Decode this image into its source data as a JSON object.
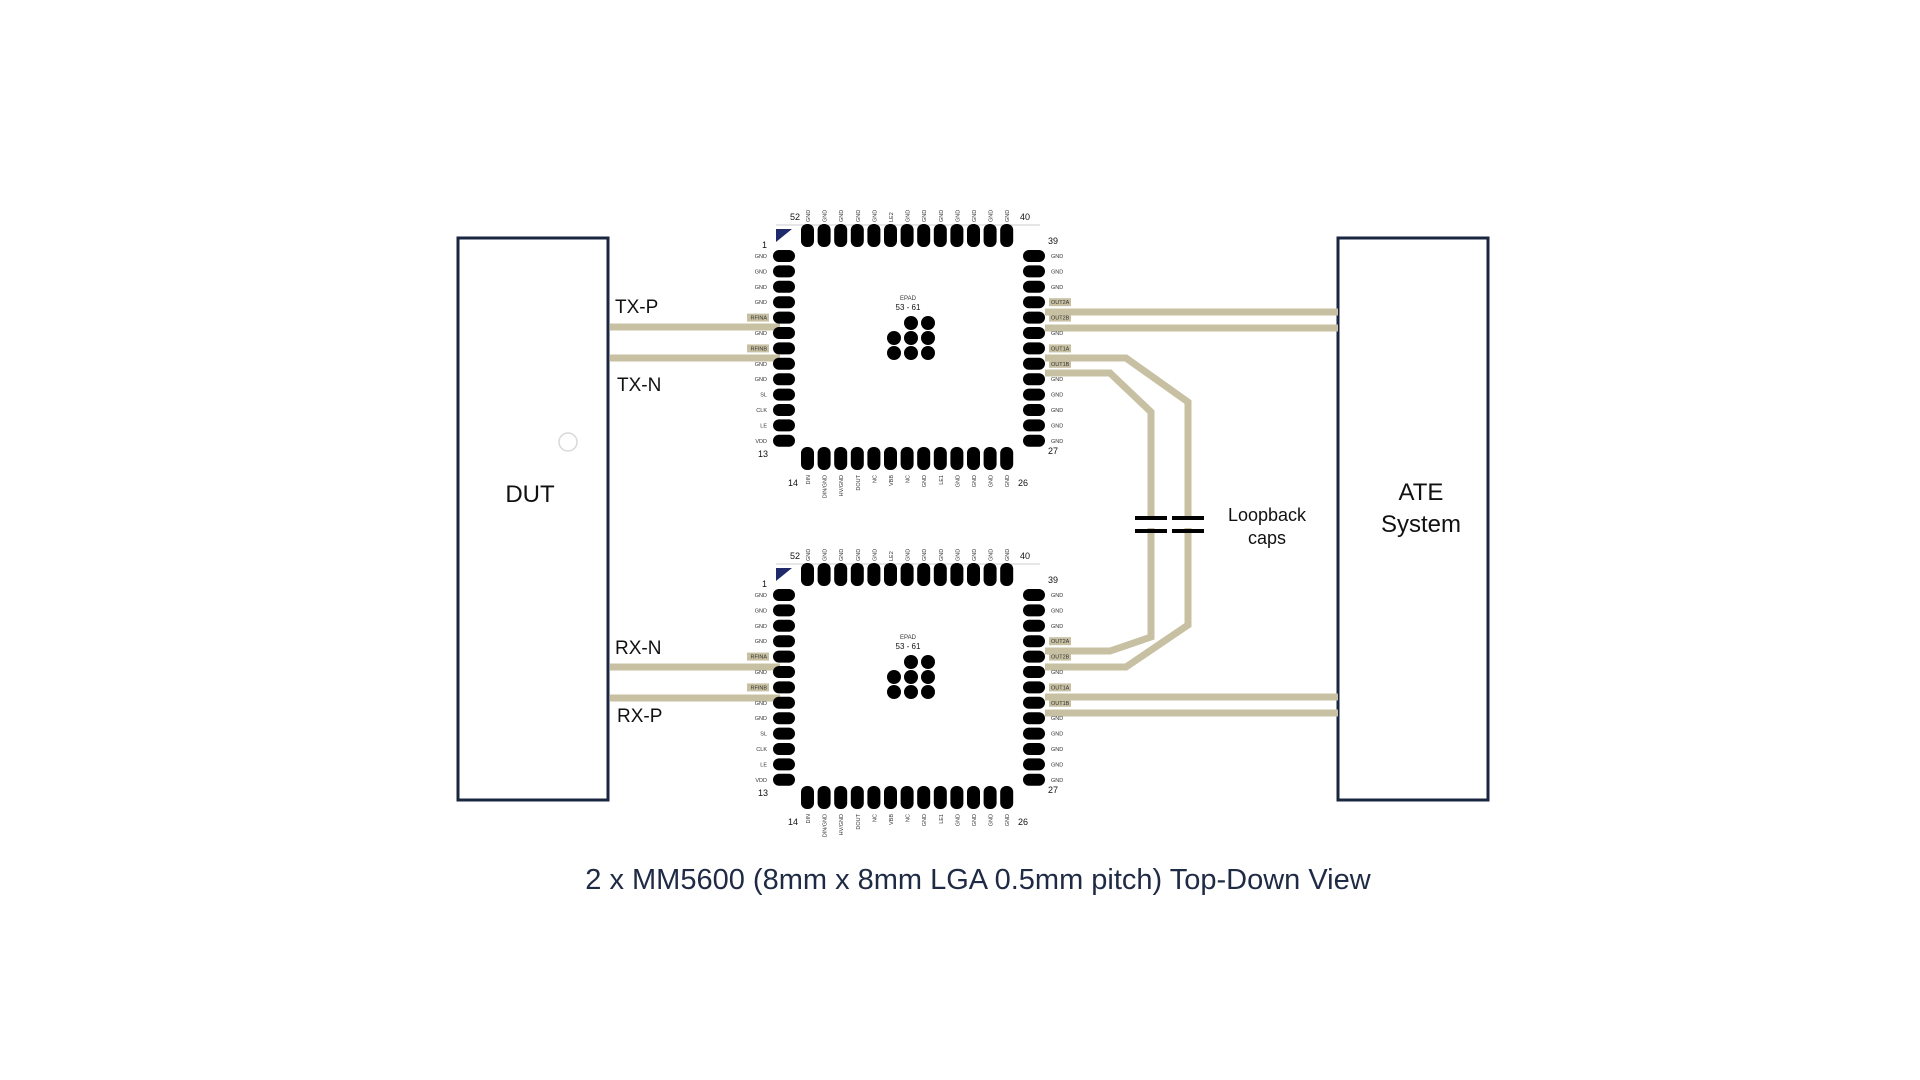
{
  "colors": {
    "trace": "#c8c0a2",
    "box_border": "#1a2540",
    "pin1_marker": "#1f2a6b",
    "pad": "#000000",
    "caption": "#1f2a44",
    "highlight_label": "#c8c0a2"
  },
  "dut": {
    "label": "DUT"
  },
  "ate": {
    "line1": "ATE",
    "line2": "System"
  },
  "signals": {
    "tx_p": "TX-P",
    "tx_n": "TX-N",
    "rx_n": "RX-N",
    "rx_p": "RX-P"
  },
  "loopback": {
    "line1": "Loopback",
    "line2": "caps"
  },
  "caption": "2 x MM5600 (8mm x 8mm LGA 0.5mm pitch) Top-Down View",
  "chip": {
    "corner_labels": {
      "top_left": "52",
      "top_right": "40",
      "left_top": "1",
      "left_bottom": "13",
      "right_top": "39",
      "right_bottom": "27",
      "bottom_left": "14",
      "bottom_right": "26"
    },
    "epad_title": "EPAD",
    "epad_range": "53 - 61",
    "left_pins": [
      "GND",
      "GND",
      "GND",
      "GND",
      "RFINA",
      "GND",
      "RFINB",
      "GND",
      "GND",
      "SL",
      "CLK",
      "LE",
      "VDD"
    ],
    "right_pins": [
      "GND",
      "GND",
      "GND",
      "OUT2A",
      "OUT2B",
      "GND",
      "OUT1A",
      "OUT1B",
      "GND",
      "GND",
      "GND",
      "GND",
      "GND"
    ],
    "top_pins": [
      "GND",
      "GND",
      "GND",
      "GND",
      "GND",
      "LE2",
      "GND",
      "GND",
      "GND",
      "GND",
      "GND",
      "GND",
      "GND"
    ],
    "bottom_pins": [
      "DIN",
      "DIN/GND",
      "HV/GND",
      "DOUT",
      "NC",
      "VBB",
      "NC",
      "GND",
      "LE1",
      "GND",
      "GND",
      "GND",
      "GND"
    ]
  }
}
